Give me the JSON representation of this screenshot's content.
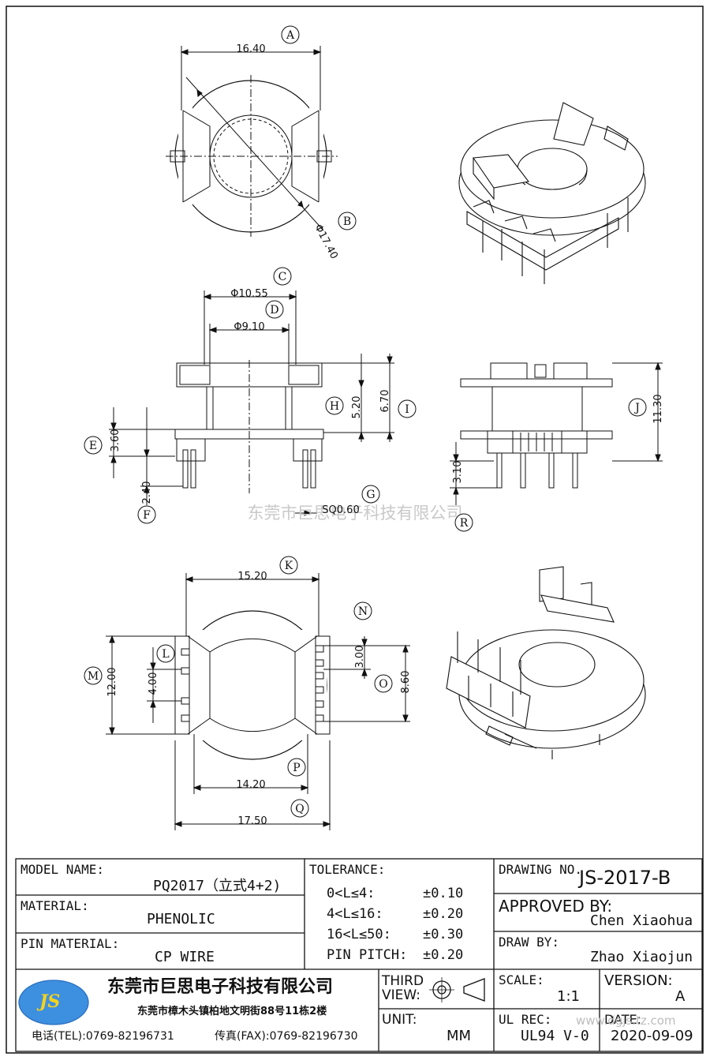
{
  "dimensions": {
    "A": "16.40",
    "B": "Φ17.40",
    "C": "Φ10.55",
    "D": "Φ9.10",
    "E": "3.60",
    "F": "2.40",
    "G": "SQ0.60",
    "H": "5.20",
    "I": "6.70",
    "J": "11.30",
    "R": "3.10",
    "K": "15.20",
    "L": "4.00",
    "M": "12.00",
    "N": "3.00",
    "O": "8.60",
    "P": "14.20",
    "Q": "17.50"
  },
  "callouts": [
    "A",
    "B",
    "C",
    "D",
    "E",
    "F",
    "G",
    "H",
    "I",
    "J",
    "R",
    "K",
    "L",
    "M",
    "N",
    "O",
    "P",
    "Q"
  ],
  "watermark": "东莞市巨思电子科技有限公司",
  "title_block": {
    "model_label": "MODEL NAME:",
    "model_value": "PQ2017（立式4+2)",
    "material_label": "MATERIAL:",
    "material_value": "PHENOLIC",
    "pin_material_label": "PIN MATERIAL:",
    "pin_material_value": "CP WIRE",
    "tolerance_label": "TOLERANCE:",
    "tolerances": [
      {
        "range": "0<L≤4:",
        "value": "±0.10"
      },
      {
        "range": "4<L≤16:",
        "value": "±0.20"
      },
      {
        "range": "16<L≤50:",
        "value": "±0.30"
      },
      {
        "range": "PIN PITCH:",
        "value": "±0.20"
      }
    ],
    "drawing_no_label": "DRAWING NO.",
    "drawing_no_value": "JS-2017-B",
    "approved_label": "APPROVED BY:",
    "approved_value": "Chen Xiaohua",
    "draw_label": "DRAW BY:",
    "draw_value": "Zhao Xiaojun",
    "company_logo": "JS",
    "company_name": "东莞市巨思电子科技有限公司",
    "company_address": "东莞市樟木头镇柏地文明街88号11栋2楼",
    "tel": "电话(TEL):0769-82196731",
    "fax": "传真(FAX):0769-82196730",
    "third_view_label": "THIRD VIEW:",
    "unit_label": "UNIT:",
    "unit_value": "MM",
    "scale_label": "SCALE:",
    "scale_value": "1:1",
    "version_label": "VERSION:",
    "version_value": "A",
    "ul_label": "UL REC:",
    "ul_value": "UL94 V-0",
    "date_label": "DATE:",
    "date_value": "2020-09-09",
    "site_watermark": "www.dgjs.tz.com"
  }
}
